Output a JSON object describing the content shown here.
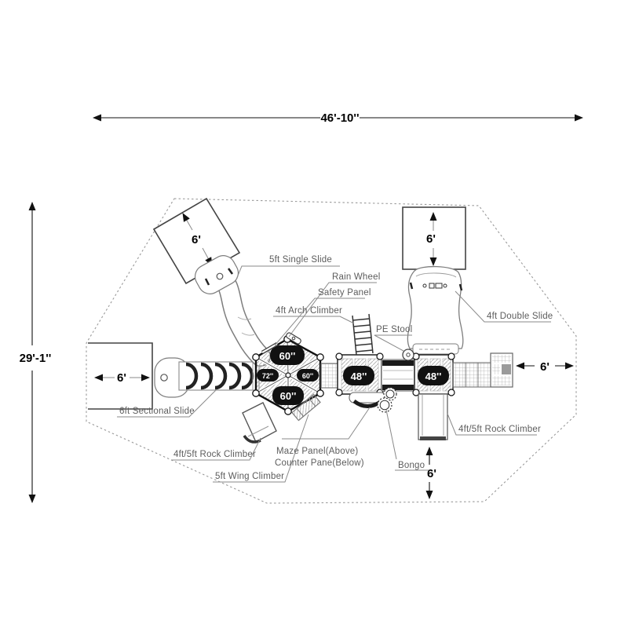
{
  "dims": {
    "overall_width": "46'-10''",
    "overall_height": "29'-1''",
    "clearance_top_left": "6'",
    "clearance_top_right": "6'",
    "clearance_left": "6'",
    "clearance_right": "6'",
    "clearance_bottom": "6'"
  },
  "decks": {
    "hex_top": "60''",
    "hex_left": "72''",
    "hex_right": "60''",
    "hex_bottom": "60''",
    "left_deck": "48''",
    "right_deck": "48''"
  },
  "labels": {
    "single_slide": "5ft Single Slide",
    "rain_wheel": "Rain Wheel",
    "safety_panel": "Safety Panel",
    "arch_climber": "4ft Arch Climber",
    "pe_stool": "PE Stool",
    "double_slide": "4ft Double Slide",
    "sectional_slide": "6ft Sectional Slide",
    "rock_climber_left": "4ft/5ft Rock Climber",
    "rock_climber_right": "4ft/5ft Rock Climber",
    "wing_climber": "5ft Wing Climber",
    "maze_panel": "Maze Panel(Above)",
    "counter_panel": "Counter Pane(Below)",
    "bongo": "Bongo"
  },
  "colors": {
    "ink": "#2f2f2f",
    "label_text": "#5c5c5c",
    "deck_pill": "#111111",
    "pill_text": "#ffffff",
    "hatch": "#b5b5b5",
    "boundary": "#9a9a9a"
  }
}
